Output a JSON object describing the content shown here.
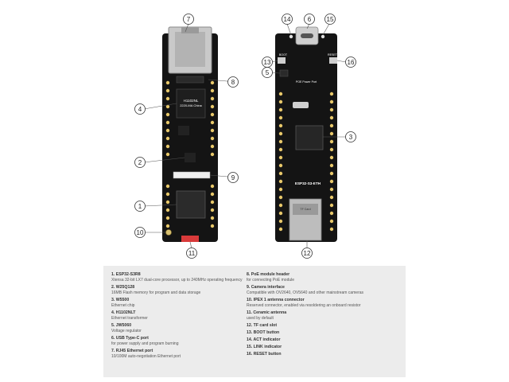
{
  "front_board": {
    "chip_marking_lines": [
      "H1102NL",
      "2220-MA China"
    ]
  },
  "back_board": {
    "labels": {
      "boot": "BOOT",
      "reset": "RESET",
      "poe_power_port": "POE Power Port",
      "board_name": "ESP32-S3-ETH",
      "tf_card": "TF Card"
    }
  },
  "callouts": [
    "1",
    "2",
    "3",
    "4",
    "5",
    "6",
    "7",
    "8",
    "9",
    "10",
    "11",
    "12",
    "13",
    "14",
    "15",
    "16"
  ],
  "legend": {
    "left": [
      {
        "title": "1. ESP32-S3R8",
        "desc": "Xtensa 32-bit LX7 dual-core processor, up to 240MHz operating frequency"
      },
      {
        "title": "2. W25Q128",
        "desc": "16MB Flash memory for program and data storage"
      },
      {
        "title": "3. W5500",
        "desc": "Ethernet chip"
      },
      {
        "title": "4. H1102NLT",
        "desc": "Ethernet transformer"
      },
      {
        "title": "5. JW5060",
        "desc": "Voltage regulator"
      },
      {
        "title": "6. USB Type-C port",
        "desc": "for power supply and program burning"
      },
      {
        "title": "7. RJ45 Ethernet port",
        "desc": "10/100M auto-negotiation Ethernet port"
      }
    ],
    "right": [
      {
        "title": "8. PoE module header",
        "desc": "for connecting PoE module"
      },
      {
        "title": "9. Camera interface",
        "desc": "Compatible with OV2640, OV5640 and other mainstream cameras"
      },
      {
        "title": "10. IPEX 1 antenna connector",
        "desc": "Reserved connector, enabled via resoldering an onboard resistor"
      },
      {
        "title": "11. Ceramic antenna",
        "desc": "used by default"
      },
      {
        "title": "12. TF card slot",
        "desc": ""
      },
      {
        "title": "13. BOOT button",
        "desc": ""
      },
      {
        "title": "14. ACT indicator",
        "desc": ""
      },
      {
        "title": "15. LINK indicator",
        "desc": ""
      },
      {
        "title": "16. RESET button",
        "desc": ""
      }
    ]
  }
}
